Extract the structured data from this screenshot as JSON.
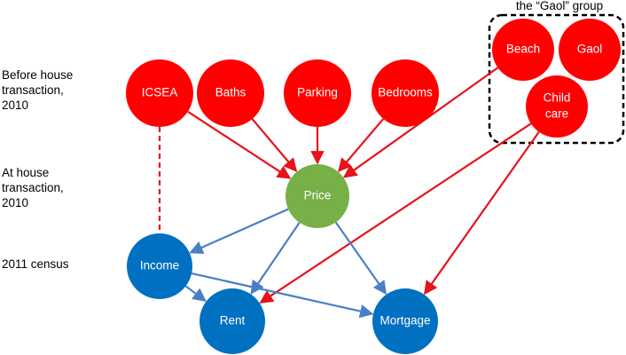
{
  "colors": {
    "red_node": "#ff0000",
    "green_node": "#77b046",
    "blue_node": "#0070c0",
    "red_edge": "#e8121a",
    "blue_edge": "#4a7fc5"
  },
  "row_labels": [
    {
      "id": "before",
      "text": "Before house\ntransaction,\n2010"
    },
    {
      "id": "at",
      "text": "At house\ntransaction,\n2010"
    },
    {
      "id": "census",
      "text": "2011 census"
    }
  ],
  "group": {
    "title": "the “Gaol” group"
  },
  "nodes": [
    {
      "id": "icsea",
      "lines": [
        "ICSEA"
      ],
      "color": "red"
    },
    {
      "id": "baths",
      "lines": [
        "Baths"
      ],
      "color": "red"
    },
    {
      "id": "parking",
      "lines": [
        "Parking"
      ],
      "color": "red"
    },
    {
      "id": "bedrooms",
      "lines": [
        "Bedrooms"
      ],
      "color": "red"
    },
    {
      "id": "beach",
      "lines": [
        "Beach"
      ],
      "color": "red"
    },
    {
      "id": "gaol",
      "lines": [
        "Gaol"
      ],
      "color": "red"
    },
    {
      "id": "childcare",
      "lines": [
        "Child",
        "care"
      ],
      "color": "red"
    },
    {
      "id": "price",
      "lines": [
        "Price"
      ],
      "color": "green"
    },
    {
      "id": "income",
      "lines": [
        "Income"
      ],
      "color": "blue"
    },
    {
      "id": "rent",
      "lines": [
        "Rent"
      ],
      "color": "blue"
    },
    {
      "id": "mortgage",
      "lines": [
        "Mortgage"
      ],
      "color": "blue"
    }
  ],
  "edges": [
    {
      "from": "icsea",
      "to": "price",
      "color": "red"
    },
    {
      "from": "baths",
      "to": "price",
      "color": "red"
    },
    {
      "from": "parking",
      "to": "price",
      "color": "red"
    },
    {
      "from": "bedrooms",
      "to": "price",
      "color": "red"
    },
    {
      "from": "beach",
      "to": "price",
      "color": "red"
    },
    {
      "from": "childcare",
      "to": "rent",
      "color": "red"
    },
    {
      "from": "childcare",
      "to": "mortgage",
      "color": "red"
    },
    {
      "from": "icsea",
      "to": "income",
      "color": "red",
      "style": "dashed",
      "arrow": false
    },
    {
      "from": "price",
      "to": "income",
      "color": "blue"
    },
    {
      "from": "price",
      "to": "rent",
      "color": "blue"
    },
    {
      "from": "price",
      "to": "mortgage",
      "color": "blue"
    },
    {
      "from": "income",
      "to": "rent",
      "color": "blue"
    },
    {
      "from": "income",
      "to": "mortgage",
      "color": "blue"
    }
  ]
}
